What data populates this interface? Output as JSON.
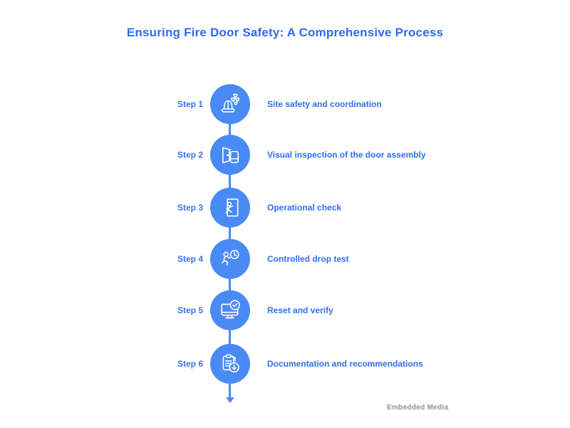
{
  "title": "Ensuring Fire Door Safety: A Comprehensive Process",
  "steps": [
    {
      "label": "Step 1",
      "description": "Site safety and coordination",
      "icon": "hard-hat-radiation-icon"
    },
    {
      "label": "Step 2",
      "description": "Visual inspection of the door assembly",
      "icon": "door-assembly-icon"
    },
    {
      "label": "Step 3",
      "description": "Operational check",
      "icon": "exit-door-running-icon"
    },
    {
      "label": "Step 4",
      "description": "Controlled drop test",
      "icon": "falling-person-clock-icon"
    },
    {
      "label": "Step 5",
      "description": "Reset and verify",
      "icon": "monitor-check-icon"
    },
    {
      "label": "Step 6",
      "description": "Documentation and recommendations",
      "icon": "clipboard-download-icon"
    }
  ],
  "watermark": "Embedded Media",
  "colors": {
    "circle_blue": "#4a8af4",
    "text_blue": "#2f6ff1",
    "title_blue": "#2e6cf0",
    "watermark_gray": "#8b8b8b",
    "background": "#ffffff"
  }
}
